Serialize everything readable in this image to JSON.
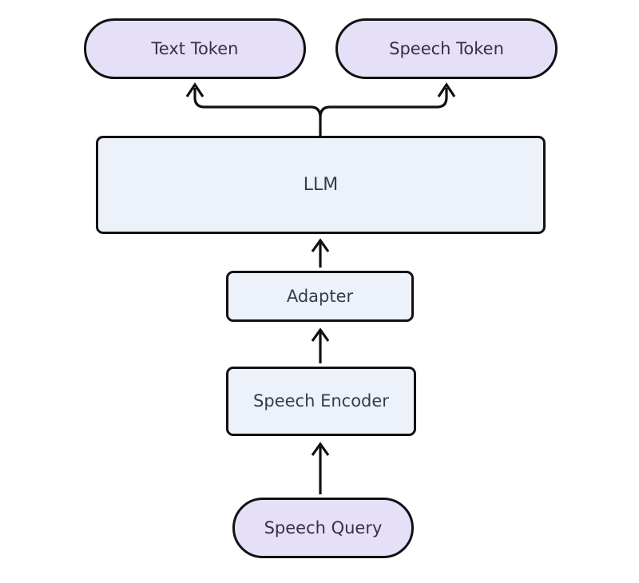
{
  "diagram": {
    "nodes": {
      "text_token": {
        "label": "Text Token",
        "shape": "pill",
        "role": "output"
      },
      "speech_token": {
        "label": "Speech Token",
        "shape": "pill",
        "role": "output"
      },
      "llm": {
        "label": "LLM",
        "shape": "rectangle",
        "role": "model"
      },
      "adapter": {
        "label": "Adapter",
        "shape": "rectangle",
        "role": "module"
      },
      "speech_encoder": {
        "label": "Speech Encoder",
        "shape": "rectangle",
        "role": "module"
      },
      "speech_query": {
        "label": "Speech Query",
        "shape": "pill",
        "role": "input"
      }
    },
    "edges": [
      {
        "from": "Speech Query",
        "to": "Speech Encoder"
      },
      {
        "from": "Speech Encoder",
        "to": "Adapter"
      },
      {
        "from": "Adapter",
        "to": "LLM"
      },
      {
        "from": "LLM",
        "to": "Text Token"
      },
      {
        "from": "LLM",
        "to": "Speech Token"
      }
    ],
    "colors": {
      "background": "#ffffff",
      "token_fill": "#e6dff8",
      "module_fill": "#edf1fa",
      "border": "#111111",
      "arrow": "#111111",
      "token_text": "#352f49",
      "module_text": "#363c4b"
    }
  }
}
